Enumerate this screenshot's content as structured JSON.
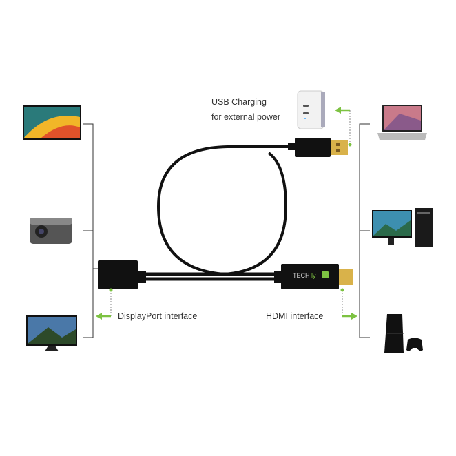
{
  "labels": {
    "usb_line1": "USB Charging",
    "usb_line2": "for external power",
    "displayport": "DisplayPort interface",
    "hdmi": "HDMI interface"
  },
  "brand": "TECHly",
  "left_devices": [
    "tv-icon",
    "projector-icon",
    "monitor-icon"
  ],
  "right_devices": [
    "laptop-icon",
    "desktop-pc-icon",
    "game-console-icon"
  ],
  "colors": {
    "accent": "#7dc242",
    "cable": "#111111",
    "gold": "#d9b24a",
    "line": "#333333"
  }
}
